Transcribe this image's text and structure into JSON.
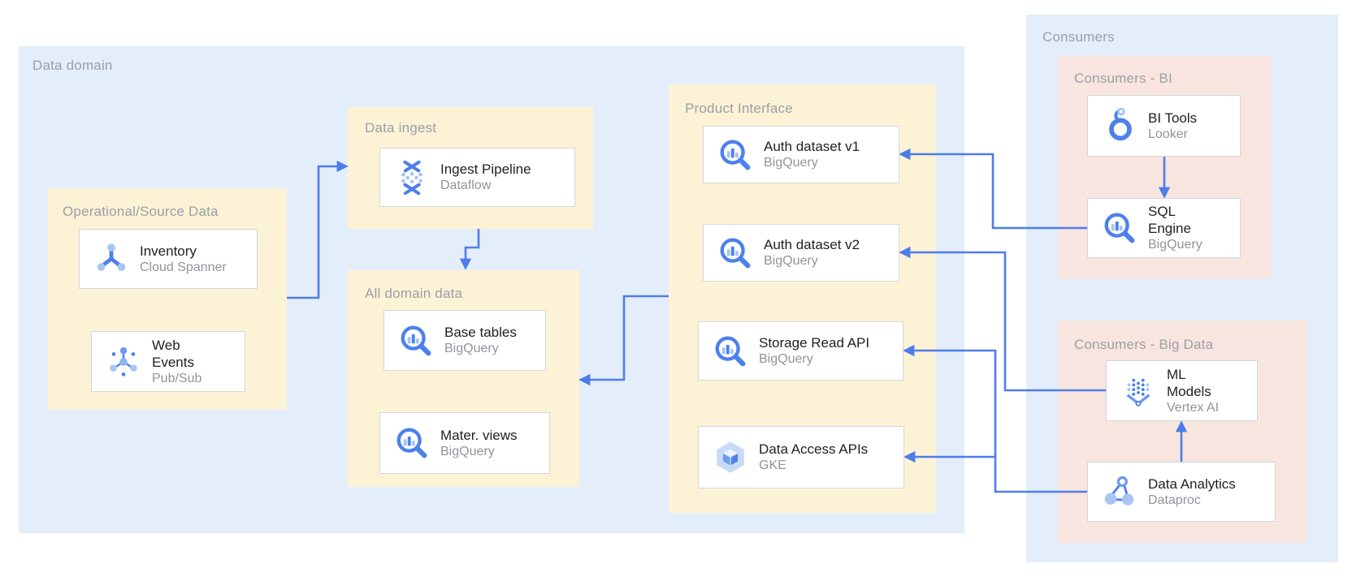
{
  "containers": {
    "data_domain": {
      "label": "Data domain"
    },
    "consumers": {
      "label": "Consumers"
    }
  },
  "zones": {
    "operational": {
      "label": "Operational/Source Data"
    },
    "data_ingest": {
      "label": "Data ingest"
    },
    "all_domain_data": {
      "label": "All domain data"
    },
    "product_interface": {
      "label": "Product Interface"
    },
    "consumers_bi": {
      "label": "Consumers - BI"
    },
    "consumers_big_data": {
      "label": "Consumers - Big Data"
    }
  },
  "cards": {
    "inventory": {
      "title": "Inventory",
      "subtitle": "Cloud Spanner",
      "icon": "cloud-spanner-icon"
    },
    "web_events": {
      "title": "Web Events",
      "subtitle": "Pub/Sub",
      "icon": "pubsub-icon"
    },
    "ingest_pipeline": {
      "title": "Ingest Pipeline",
      "subtitle": "Dataflow",
      "icon": "dataflow-icon"
    },
    "base_tables": {
      "title": "Base tables",
      "subtitle": "BigQuery",
      "icon": "bigquery-icon"
    },
    "mater_views": {
      "title": "Mater. views",
      "subtitle": "BigQuery",
      "icon": "bigquery-icon"
    },
    "auth_dataset_v1": {
      "title": "Auth dataset v1",
      "subtitle": "BigQuery",
      "icon": "bigquery-icon"
    },
    "auth_dataset_v2": {
      "title": "Auth dataset v2",
      "subtitle": "BigQuery",
      "icon": "bigquery-icon"
    },
    "storage_read_api": {
      "title": "Storage Read API",
      "subtitle": "BigQuery",
      "icon": "bigquery-icon"
    },
    "data_access_apis": {
      "title": "Data Access APIs",
      "subtitle": "GKE",
      "icon": "gke-icon"
    },
    "bi_tools": {
      "title": "BI Tools",
      "subtitle": "Looker",
      "icon": "looker-icon"
    },
    "sql_engine": {
      "title": "SQL Engine",
      "subtitle": "BigQuery",
      "icon": "bigquery-icon"
    },
    "ml_models": {
      "title": "ML Models",
      "subtitle": "Vertex AI",
      "icon": "vertex-ai-icon"
    },
    "data_analytics": {
      "title": "Data Analytics",
      "subtitle": "Dataproc",
      "icon": "dataproc-icon"
    }
  },
  "edges": [
    {
      "from": "operational-source-data",
      "to": "data-ingest"
    },
    {
      "from": "data-ingest",
      "to": "all-domain-data"
    },
    {
      "from": "product-interface",
      "to": "all-domain-data"
    },
    {
      "from": "sql-engine",
      "to": "auth-dataset-v1"
    },
    {
      "from": "ml-models",
      "to": "auth-dataset-v2"
    },
    {
      "from": "data-analytics",
      "to": "storage-read-api"
    },
    {
      "from": "data-analytics",
      "to": "data-access-apis"
    },
    {
      "from": "bi-tools",
      "to": "sql-engine"
    },
    {
      "from": "data-analytics",
      "to": "ml-models"
    }
  ],
  "colors": {
    "domain_bg": "#E4EDFA",
    "zone_bg": "#FCF2D6",
    "pink_bg": "#F9E5DF",
    "line": "#4E7DE9",
    "label": "#9AA0A6",
    "title": "#202124",
    "sub": "#8F959B",
    "card_border": "#D3D6DA"
  }
}
